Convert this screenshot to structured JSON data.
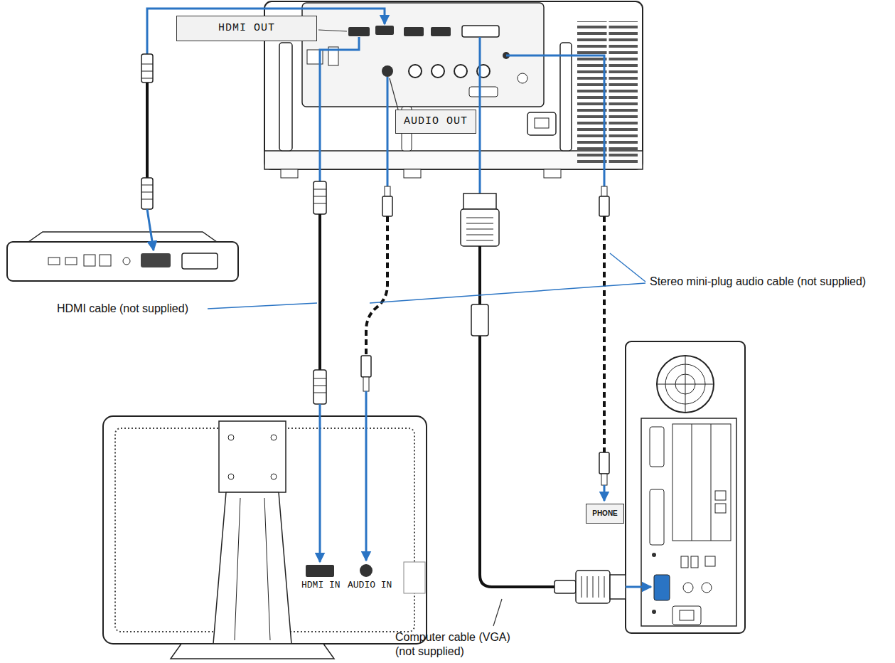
{
  "diagram": {
    "nodes": [
      {
        "text": [
          "HDMI OUT"
        ]
      },
      {
        "text": [
          "AUDIO OUT"
        ]
      },
      {
        "text": [
          "PHONE"
        ]
      }
    ],
    "labels": [
      "HDMI cable (not supplied)",
      "Stereo mini-plug audio cable (not supplied)",
      "Computer cable (VGA) (not supplied)",
      "HDMI IN",
      "AUDIO IN"
    ]
  }
}
